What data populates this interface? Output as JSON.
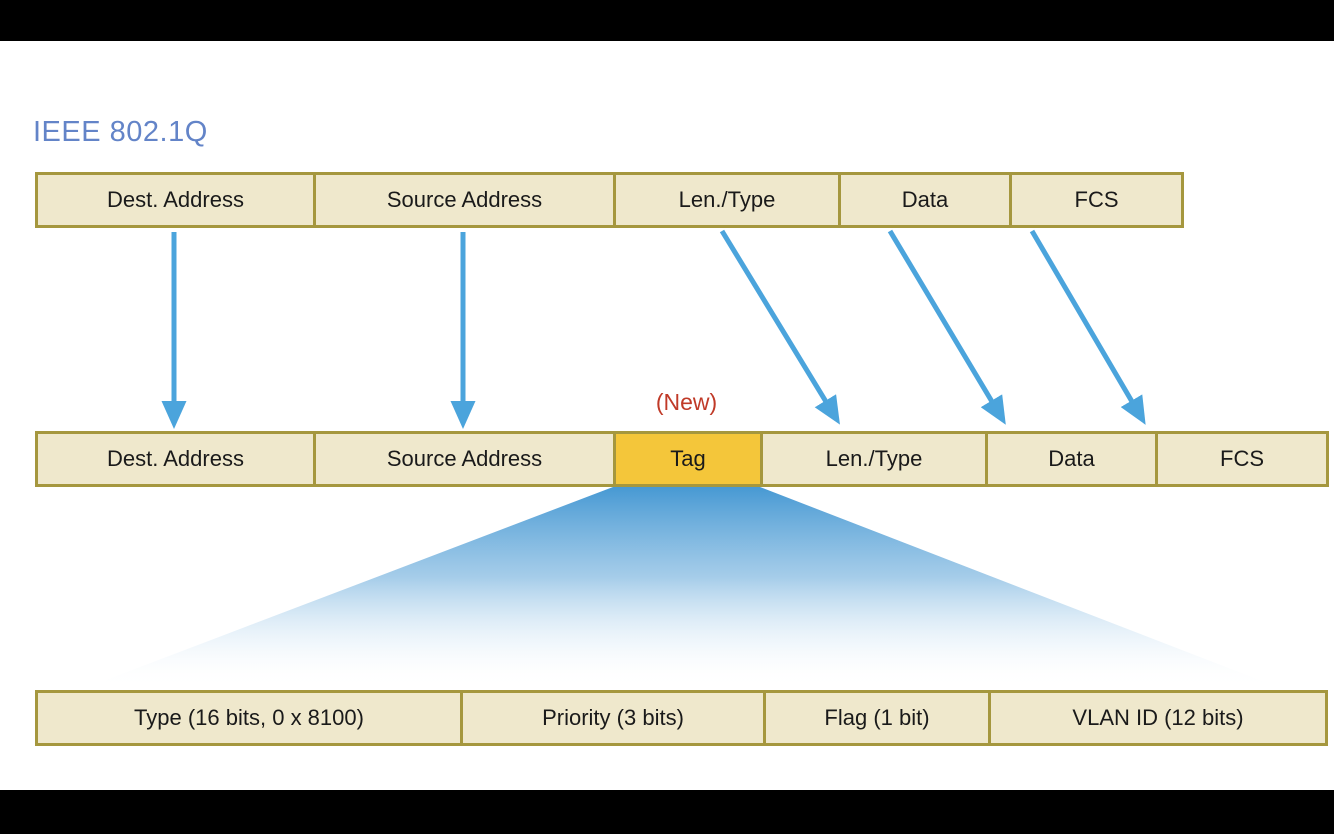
{
  "title": "IEEE 802.1Q",
  "original_frame": {
    "cells": [
      "Dest. Address",
      "Source Address",
      "Len./Type",
      "Data",
      "FCS"
    ]
  },
  "tagged_frame": {
    "new_label": "(New)",
    "cells": [
      "Dest. Address",
      "Source Address",
      "Tag",
      "Len./Type",
      "Data",
      "FCS"
    ]
  },
  "tag_fields": {
    "cells": [
      "Type (16 bits, 0 x 8100)",
      "Priority (3 bits)",
      "Flag (1 bit)",
      "VLAN ID (12 bits)"
    ]
  },
  "colors": {
    "box_fill": "#EFE8CC",
    "box_border": "#A5973E",
    "tag_highlight": "#F4C63A",
    "arrow_blue": "#4BA4DC",
    "title_blue": "#6384C8",
    "new_label_red": "#C03A28"
  }
}
